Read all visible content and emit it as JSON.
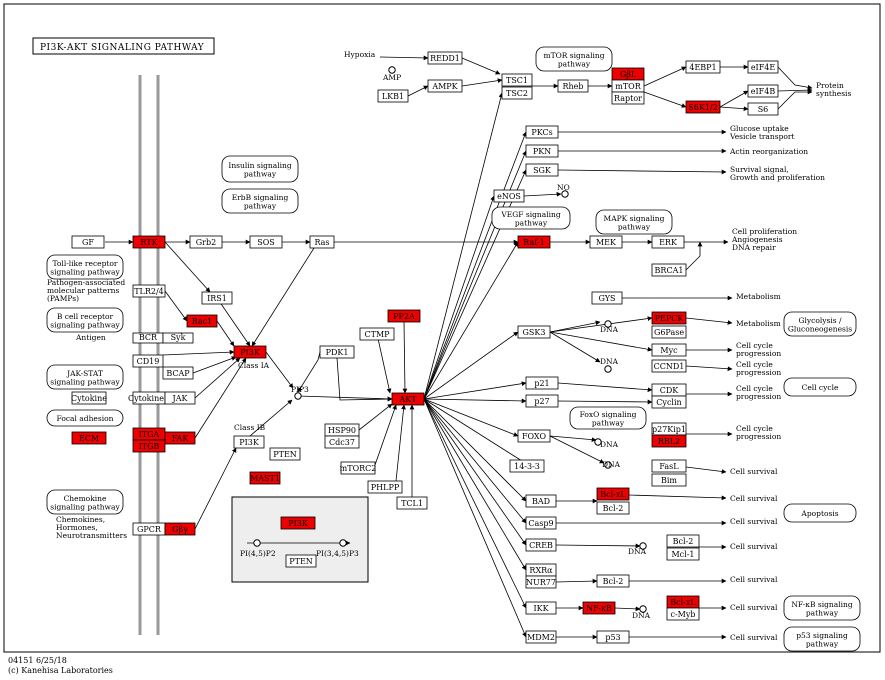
{
  "title": "PI3K-AKT SIGNALING PATHWAY",
  "footer": {
    "code": "04151 6/25/18",
    "copyright": "(c) Kanehisa Laboratories"
  },
  "colors": {
    "highlight": "#ee0000",
    "box_fill": "#ffffff",
    "legend_bg": "#eeeeee",
    "membrane": "#999999",
    "line": "#000000"
  },
  "genes": [
    {
      "id": "gf",
      "label": "GF",
      "highlight": false
    },
    {
      "id": "rtk",
      "label": "RTK",
      "highlight": true
    },
    {
      "id": "grb2",
      "label": "Grb2",
      "highlight": false
    },
    {
      "id": "sos",
      "label": "SOS",
      "highlight": false
    },
    {
      "id": "ras",
      "label": "Ras",
      "highlight": false
    },
    {
      "id": "raf1",
      "label": "Raf-1",
      "highlight": true
    },
    {
      "id": "mek",
      "label": "MEK",
      "highlight": false
    },
    {
      "id": "erk",
      "label": "ERK",
      "highlight": false
    },
    {
      "id": "brca1",
      "label": "BRCA1",
      "highlight": false
    },
    {
      "id": "tlr24",
      "label": "TLR2/4",
      "highlight": false
    },
    {
      "id": "irs1",
      "label": "IRS1",
      "highlight": false
    },
    {
      "id": "rac1",
      "label": "Rac1",
      "highlight": true
    },
    {
      "id": "pi3k_main",
      "label": "PI3K",
      "highlight": true
    },
    {
      "id": "bcr",
      "label": "BCR",
      "highlight": false
    },
    {
      "id": "syk",
      "label": "Syk",
      "highlight": false
    },
    {
      "id": "cd19",
      "label": "CD19",
      "highlight": false
    },
    {
      "id": "bcap",
      "label": "BCAP",
      "highlight": false
    },
    {
      "id": "cytokine",
      "label": "Cytokine",
      "highlight": false
    },
    {
      "id": "cytokiner",
      "label": "CytokineR",
      "highlight": false
    },
    {
      "id": "jak",
      "label": "JAK",
      "highlight": false
    },
    {
      "id": "ecm",
      "label": "ECM",
      "highlight": true
    },
    {
      "id": "itga",
      "label": "ITGA",
      "highlight": true
    },
    {
      "id": "itgb",
      "label": "ITGB",
      "highlight": true
    },
    {
      "id": "fak",
      "label": "FAK",
      "highlight": true
    },
    {
      "id": "gpcr",
      "label": "GPCR",
      "highlight": false
    },
    {
      "id": "gby",
      "label": "Gβγ",
      "highlight": true
    },
    {
      "id": "pi3k_2",
      "label": "PI3K",
      "highlight": false
    },
    {
      "id": "pten",
      "label": "PTEN",
      "highlight": false
    },
    {
      "id": "mast1",
      "label": "MAST1",
      "highlight": true
    },
    {
      "id": "pdk1",
      "label": "PDK1",
      "highlight": false
    },
    {
      "id": "ctmp",
      "label": "CTMP",
      "highlight": false
    },
    {
      "id": "pp2a",
      "label": "PP2A",
      "highlight": true
    },
    {
      "id": "akt",
      "label": "AKT",
      "highlight": true
    },
    {
      "id": "hsp90",
      "label": "HSP90",
      "highlight": false
    },
    {
      "id": "cdc37",
      "label": "Cdc37",
      "highlight": false
    },
    {
      "id": "mtorc2",
      "label": "mTORC2",
      "highlight": false
    },
    {
      "id": "phlpp",
      "label": "PHLPP",
      "highlight": false
    },
    {
      "id": "tcl1",
      "label": "TCL1",
      "highlight": false
    },
    {
      "id": "redd1",
      "label": "REDD1",
      "highlight": false
    },
    {
      "id": "ampk",
      "label": "AMPK",
      "highlight": false
    },
    {
      "id": "lkb1",
      "label": "LKB1",
      "highlight": false
    },
    {
      "id": "tsc1",
      "label": "TSC1",
      "highlight": false
    },
    {
      "id": "tsc2",
      "label": "TSC2",
      "highlight": false
    },
    {
      "id": "rheb",
      "label": "Rheb",
      "highlight": false
    },
    {
      "id": "gbl",
      "label": "GβL",
      "highlight": true
    },
    {
      "id": "mtor",
      "label": "mTOR",
      "highlight": false
    },
    {
      "id": "raptor",
      "label": "Raptor",
      "highlight": false
    },
    {
      "id": "4ebp",
      "label": "4EBP1",
      "highlight": false
    },
    {
      "id": "eif4e",
      "label": "eIF4E",
      "highlight": false
    },
    {
      "id": "eif4b",
      "label": "eIF4B",
      "highlight": false
    },
    {
      "id": "s6k",
      "label": "S6K1/2",
      "highlight": true
    },
    {
      "id": "s6",
      "label": "S6",
      "highlight": false
    },
    {
      "id": "pkcs",
      "label": "PKCs",
      "highlight": false
    },
    {
      "id": "pkn",
      "label": "PKN",
      "highlight": false
    },
    {
      "id": "sgk",
      "label": "SGK",
      "highlight": false
    },
    {
      "id": "enos",
      "label": "eNOS",
      "highlight": false
    },
    {
      "id": "gys",
      "label": "GYS",
      "highlight": false
    },
    {
      "id": "gsk3",
      "label": "GSK3",
      "highlight": false
    },
    {
      "id": "pepck",
      "label": "PEPCK",
      "highlight": true
    },
    {
      "id": "g6pase",
      "label": "G6Pase",
      "highlight": false
    },
    {
      "id": "myc",
      "label": "Myc",
      "highlight": false
    },
    {
      "id": "ccnd1",
      "label": "CCND1",
      "highlight": false
    },
    {
      "id": "p21",
      "label": "p21",
      "highlight": false
    },
    {
      "id": "p27",
      "label": "p27",
      "highlight": false
    },
    {
      "id": "cdk",
      "label": "CDK",
      "highlight": false
    },
    {
      "id": "cyclin",
      "label": "Cyclin",
      "highlight": false
    },
    {
      "id": "foxo",
      "label": "FOXO",
      "highlight": false
    },
    {
      "id": "p27kip1",
      "label": "p27Kip1",
      "highlight": false
    },
    {
      "id": "rbl2",
      "label": "RBL2",
      "highlight": true
    },
    {
      "id": "fasl",
      "label": "FasL",
      "highlight": false
    },
    {
      "id": "bim",
      "label": "Bim",
      "highlight": false
    },
    {
      "id": "1433",
      "label": "14-3-3",
      "highlight": false
    },
    {
      "id": "bad",
      "label": "BAD",
      "highlight": false
    },
    {
      "id": "bclxl",
      "label": "Bcl-xL",
      "highlight": true
    },
    {
      "id": "bcl2a",
      "label": "Bcl-2",
      "highlight": false
    },
    {
      "id": "casp9",
      "label": "Casp9",
      "highlight": false
    },
    {
      "id": "creb",
      "label": "CREB",
      "highlight": false
    },
    {
      "id": "bcl2b",
      "label": "Bcl-2",
      "highlight": false
    },
    {
      "id": "mcl1",
      "label": "Mcl-1",
      "highlight": false
    },
    {
      "id": "rxra",
      "label": "RXRα",
      "highlight": false
    },
    {
      "id": "nur77",
      "label": "NUR77",
      "highlight": false
    },
    {
      "id": "bcl2c",
      "label": "Bcl-2",
      "highlight": false
    },
    {
      "id": "ikk",
      "label": "IKK",
      "highlight": false
    },
    {
      "id": "nfkb",
      "label": "NF-κB",
      "highlight": true
    },
    {
      "id": "bclxl2",
      "label": "Bcl-xL",
      "highlight": true
    },
    {
      "id": "cmyb",
      "label": "c-Myb",
      "highlight": false
    },
    {
      "id": "mdm2",
      "label": "MDM2",
      "highlight": false
    },
    {
      "id": "p53",
      "label": "p53",
      "highlight": false
    },
    {
      "id": "leg_pi3k",
      "label": "PI3K",
      "highlight": true
    },
    {
      "id": "leg_pten",
      "label": "PTEN",
      "highlight": false
    }
  ],
  "pathways": [
    {
      "id": "insulin",
      "lines": [
        "Insulin signaling",
        "pathway"
      ]
    },
    {
      "id": "erbb",
      "lines": [
        "ErbB signaling",
        "pathway"
      ]
    },
    {
      "id": "tlr",
      "lines": [
        "Toll-like receptor",
        "signaling pathway"
      ]
    },
    {
      "id": "bcell",
      "lines": [
        "B cell receptor",
        "signaling pathway"
      ]
    },
    {
      "id": "jakstat",
      "lines": [
        "JAK-STAT",
        "signaling pathway"
      ]
    },
    {
      "id": "focal",
      "lines": [
        "Focal adhesion"
      ]
    },
    {
      "id": "chemokine",
      "lines": [
        "Chemokine",
        "signaling pathway"
      ]
    },
    {
      "id": "mtor",
      "lines": [
        "mTOR signaling",
        "pathway"
      ]
    },
    {
      "id": "vegf",
      "lines": [
        "VEGF signaling",
        "pathway"
      ]
    },
    {
      "id": "mapk",
      "lines": [
        "MAPK signaling",
        "pathway"
      ]
    },
    {
      "id": "glyco",
      "lines": [
        "Glycolysis /",
        "Gluconeogenesis"
      ]
    },
    {
      "id": "cellcycle",
      "lines": [
        "Cell cycle"
      ]
    },
    {
      "id": "foxo",
      "lines": [
        "FoxO signaling",
        "pathway"
      ]
    },
    {
      "id": "apoptosis",
      "lines": [
        "Apoptosis"
      ]
    },
    {
      "id": "nfkb",
      "lines": [
        "NF-κB signaling",
        "pathway"
      ]
    },
    {
      "id": "p53",
      "lines": [
        "p53 signaling",
        "pathway"
      ]
    }
  ],
  "texts": [
    {
      "id": "hypoxia",
      "text": "Hypoxia"
    },
    {
      "id": "amp",
      "text": "AMP"
    },
    {
      "id": "protein_synth1",
      "text": "Protein"
    },
    {
      "id": "protein_synth2",
      "text": "synthesis"
    },
    {
      "id": "glucose1",
      "text": "Glucose uptake"
    },
    {
      "id": "glucose2",
      "text": "Vesicle transport"
    },
    {
      "id": "actin",
      "text": "Actin reorganization"
    },
    {
      "id": "survival_growth1",
      "text": "Survival signal,"
    },
    {
      "id": "survival_growth2",
      "text": "Growth and proliferation"
    },
    {
      "id": "no",
      "text": "NO"
    },
    {
      "id": "prolif1",
      "text": "Cell proliferation"
    },
    {
      "id": "prolif2",
      "text": "Angiogenesis"
    },
    {
      "id": "prolif3",
      "text": "DNA repair"
    },
    {
      "id": "metab1",
      "text": "Metabolism"
    },
    {
      "id": "metab2",
      "text": "Metabolism"
    },
    {
      "id": "prog1a",
      "text": "Cell cycle"
    },
    {
      "id": "prog1b",
      "text": "progression"
    },
    {
      "id": "prog2a",
      "text": "Cell cycle"
    },
    {
      "id": "prog2b",
      "text": "progression"
    },
    {
      "id": "prog3a",
      "text": "Cell cycle"
    },
    {
      "id": "prog3b",
      "text": "progression"
    },
    {
      "id": "prog4a",
      "text": "Cell cycle"
    },
    {
      "id": "prog4b",
      "text": "progression"
    },
    {
      "id": "surv1",
      "text": "Cell survival"
    },
    {
      "id": "surv2",
      "text": "Cell survival"
    },
    {
      "id": "surv3",
      "text": "Cell survival"
    },
    {
      "id": "surv4",
      "text": "Cell survival"
    },
    {
      "id": "surv5",
      "text": "Cell survival"
    },
    {
      "id": "surv6",
      "text": "Cell survival"
    },
    {
      "id": "surv7",
      "text": "Cell survival"
    },
    {
      "id": "dna1",
      "text": "DNA"
    },
    {
      "id": "dna2",
      "text": "DNA"
    },
    {
      "id": "dna3",
      "text": "DNA"
    },
    {
      "id": "dna4",
      "text": "DNA"
    },
    {
      "id": "dna5",
      "text": "DNA"
    },
    {
      "id": "dna6",
      "text": "DNA"
    },
    {
      "id": "pip3",
      "text": "PIP3"
    },
    {
      "id": "class1a",
      "text": "Class IA"
    },
    {
      "id": "class1b",
      "text": "Class IB"
    },
    {
      "id": "pamps1",
      "text": "Pathogen-associated"
    },
    {
      "id": "pamps2",
      "text": "molecular patterns"
    },
    {
      "id": "pamps3",
      "text": "(PAMPs)"
    },
    {
      "id": "antigen",
      "text": "Antigen"
    },
    {
      "id": "chemok1",
      "text": "Chemokines,"
    },
    {
      "id": "chemok2",
      "text": "Hormones,"
    },
    {
      "id": "chemok3",
      "text": "Neurotransmitters"
    },
    {
      "id": "pip2",
      "text": "PI(4,5)P2"
    },
    {
      "id": "pip3b",
      "text": "PI(3,4,5)P3"
    }
  ]
}
